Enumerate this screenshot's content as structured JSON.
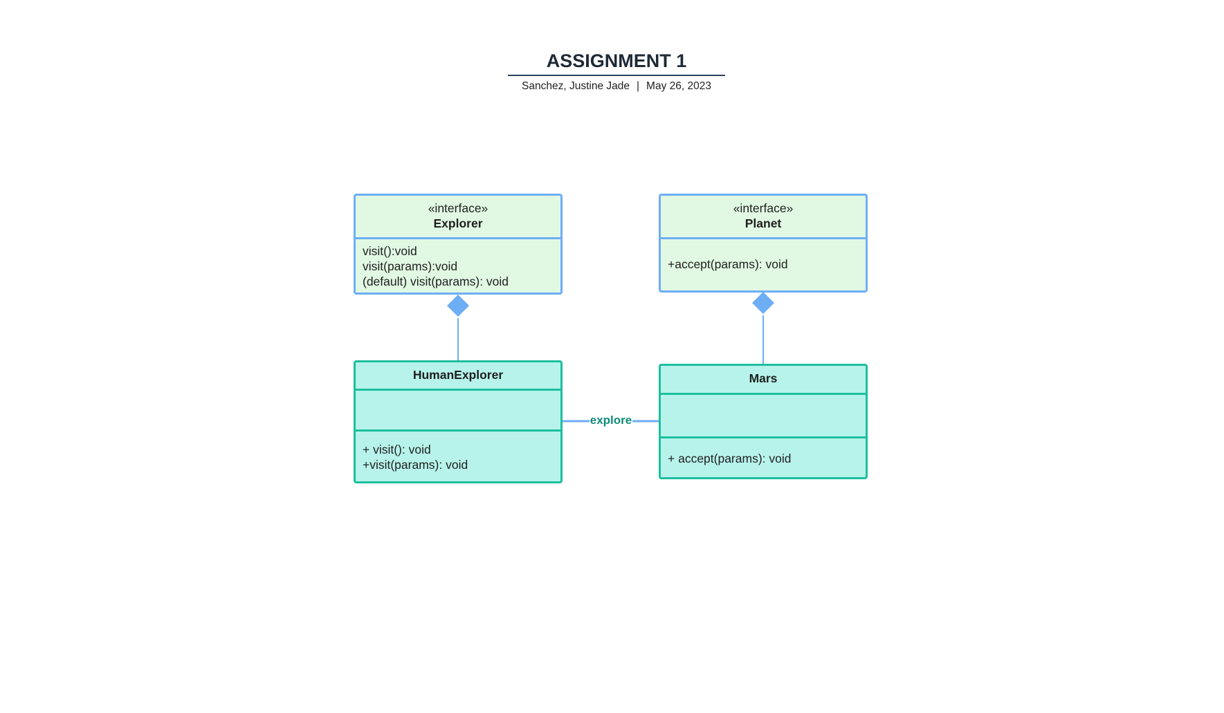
{
  "header": {
    "title": "ASSIGNMENT 1",
    "author": "Sanchez, Justine Jade",
    "separator": "|",
    "date": "May 26, 2023"
  },
  "classes": {
    "explorer": {
      "stereotype": "«interface»",
      "name": "Explorer",
      "operations": [
        "visit():void",
        "visit(params):void",
        "(default) visit(params): void"
      ]
    },
    "planet": {
      "stereotype": "«interface»",
      "name": "Planet",
      "operations": [
        "+accept(params): void"
      ]
    },
    "human_explorer": {
      "name": "HumanExplorer",
      "attributes": [],
      "operations": [
        "+ visit(): void",
        "+visit(params): void"
      ]
    },
    "mars": {
      "name": "Mars",
      "attributes": [],
      "operations": [
        "+ accept(params): void"
      ]
    }
  },
  "relations": {
    "association_label": "explore"
  },
  "colors": {
    "interface_fill": "#e1f8e3",
    "interface_border": "#6daef5",
    "class_fill": "#b7f3eb",
    "class_border": "#1dbf9d",
    "label_color": "#0f8c78"
  }
}
